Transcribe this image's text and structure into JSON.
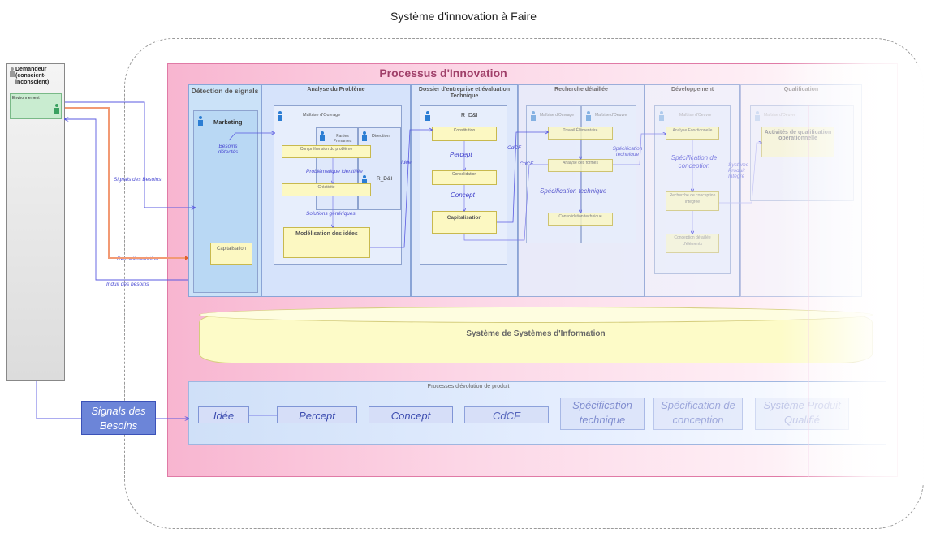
{
  "title": "Système d'innovation à Faire",
  "demandeur": {
    "label": "Demandeur (conscient-inconscient)",
    "environnement": "Environnement"
  },
  "processus": {
    "title": "Processus d'Innovation",
    "phases": [
      {
        "title": "Détection de signals",
        "role": "Marketing",
        "flow_label": "Besoins détectés",
        "box": "Capitalisation"
      },
      {
        "title": "Analyse du Problème",
        "role": "Maîtrise d'Ouvrage",
        "sub_roles": [
          "Parties Prenantes",
          "Direction",
          "R_D&I"
        ],
        "boxes": [
          "Compréhension du problème",
          "Créativité",
          "Modélisation des idées"
        ],
        "labels": [
          "Problématique identifiée",
          "Solutions génériques"
        ]
      },
      {
        "title": "Dossier d'entreprise et évaluation Technique",
        "role": "R_D&I",
        "boxes": [
          "Constitution",
          "Consolidation",
          "Capitalisation"
        ],
        "labels": [
          "Percept",
          "Concept"
        ]
      },
      {
        "title": "Recherche détaillée",
        "sub_roles": [
          "Maîtrise d'Ouvrage",
          "Maîtrise d'Oeuvre"
        ],
        "boxes": [
          "Travail Élémentaire",
          "Analyse des formes",
          "Consolidation technique"
        ],
        "labels": [
          "Spécification technique"
        ]
      },
      {
        "title": "Développement",
        "role": "Maîtrise d'Oeuvre",
        "boxes": [
          "Analyse Fonctionnelle",
          "Recherche de conception intégrée",
          "Conception détaillée d'éléments"
        ],
        "labels": [
          "Spécification de conception"
        ]
      },
      {
        "title": "Qualification",
        "role": "Maîtrise d'Oeuvre",
        "boxes": [
          "Activités de qualification opérationnelle"
        ]
      }
    ],
    "flow_labels": {
      "idee": "Idée",
      "cdcf1": "CdCF",
      "cdcf2": "CdCF",
      "spec_tech": "Spécification technique",
      "systeme": "Système Produit Intégré"
    }
  },
  "left_labels": {
    "signals": "Signals des Besoins",
    "retro": "Rétroalimentation",
    "induit": "Induit des besoins"
  },
  "sis": "Système de Systèmes d'Information",
  "evolution": {
    "title": "Processes d'évolution de produit",
    "items": [
      "Idée",
      "Percept",
      "Concept",
      "CdCF",
      "Spécification technique",
      "Spécification de conception",
      "Système Produit Qualifié"
    ]
  },
  "signals_box": "Signals des Besoins",
  "colors": {
    "pink": "#f8b5d0",
    "blue_box": "#6c85d8",
    "yellow": "#fcf8c2",
    "arrow": "#5a5ae0"
  }
}
